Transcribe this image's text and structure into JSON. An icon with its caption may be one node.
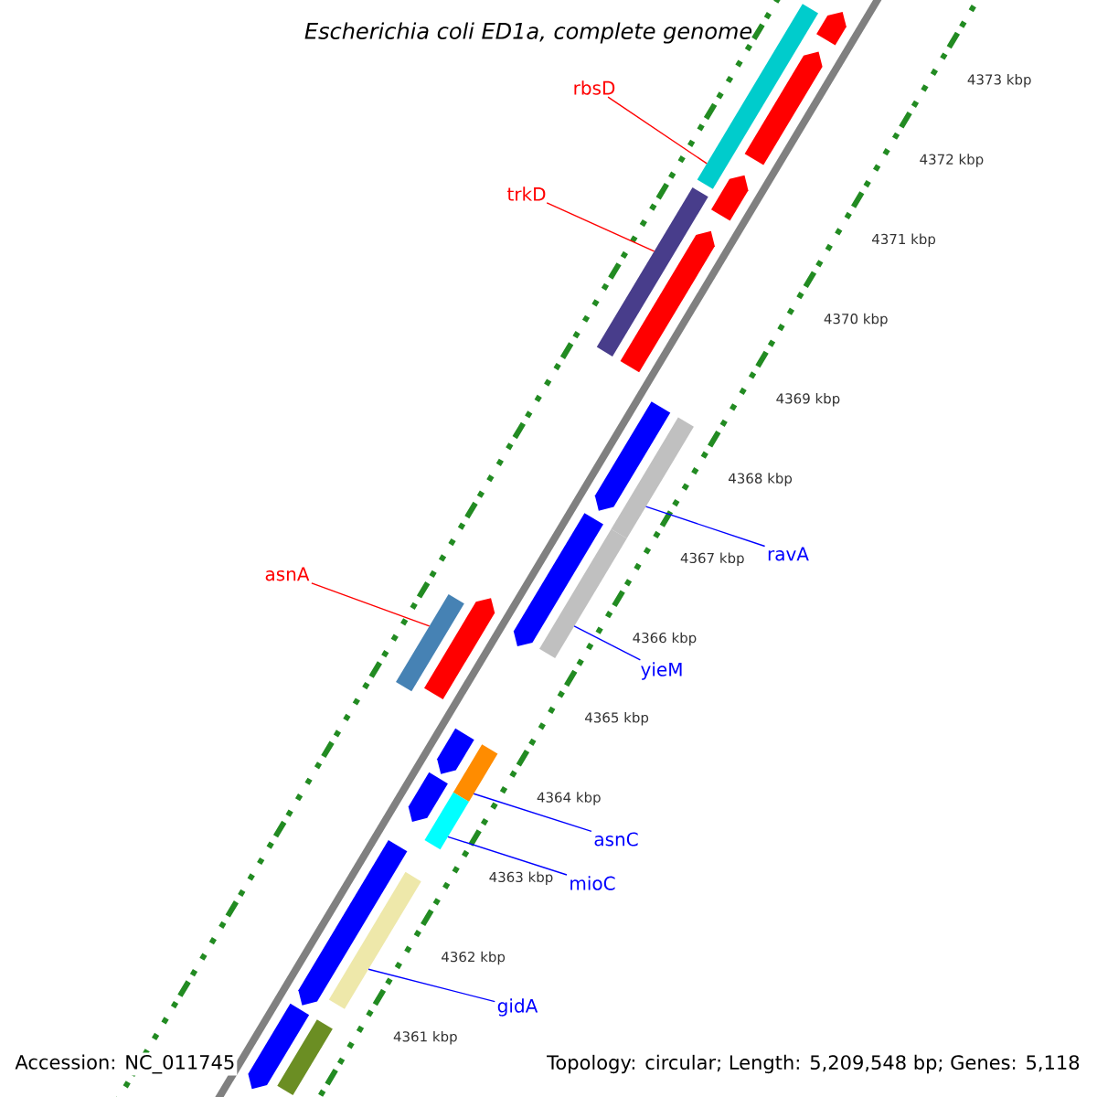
{
  "diagram": {
    "title": "Escherichia coli ED1a, complete genome",
    "nodes": [
      {
        "text": [
          "rbsD"
        ]
      },
      {
        "text": [],
        "shape": "bar"
      },
      {
        "text": [
          "trkD"
        ]
      },
      {
        "text": [],
        "shape": "bar"
      },
      {
        "text": [
          "ravA"
        ]
      },
      {
        "text": [],
        "shape": "bar"
      },
      {
        "text": [
          "asnA"
        ]
      },
      {
        "text": [],
        "shape": "bar"
      },
      {
        "text": [
          "yieM"
        ]
      },
      {
        "text": [],
        "shape": "bar"
      },
      {
        "text": [
          "asnC"
        ]
      },
      {
        "text": [],
        "shape": "bar"
      },
      {
        "text": [
          "mioC"
        ]
      },
      {
        "text": [],
        "shape": "bar"
      },
      {
        "text": [
          "gidA"
        ]
      },
      {
        "text": [],
        "shape": "bar"
      },
      {
        "text": [],
        "shape": "pentagon"
      },
      {
        "text": [],
        "shape": "pentagon"
      },
      {
        "text": [],
        "shape": "pentagon"
      },
      {
        "text": [],
        "shape": "pentagon"
      },
      {
        "text": [],
        "shape": "pentagon"
      },
      {
        "text": [],
        "shape": "pentagon"
      },
      {
        "text": [],
        "shape": "pentagon"
      },
      {
        "text": [],
        "shape": "pentagon"
      },
      {
        "text": [],
        "shape": "pentagon"
      },
      {
        "text": [],
        "shape": "pentagon"
      },
      {
        "text": [],
        "shape": "pentagon"
      },
      {
        "text": [],
        "shape": "bar"
      }
    ],
    "edges": [
      {
        "from": 0,
        "to": 1,
        "arrow": "none",
        "color": "#ff0000"
      },
      {
        "from": 2,
        "to": 3,
        "arrow": "none",
        "color": "#ff0000"
      },
      {
        "from": 4,
        "to": 5,
        "arrow": "none"
      },
      {
        "from": 6,
        "to": 7,
        "arrow": "none",
        "color": "#ff0000"
      },
      {
        "from": 8,
        "to": 9,
        "arrow": "none"
      },
      {
        "from": 10,
        "to": 11,
        "arrow": "none"
      },
      {
        "from": 12,
        "to": 13,
        "arrow": "none"
      },
      {
        "from": 14,
        "to": 15,
        "arrow": "none"
      }
    ],
    "labels": [
      "4373 kbp",
      "4372 kbp",
      "4371 kbp",
      "4370 kbp",
      "4369 kbp",
      "4368 kbp",
      "4367 kbp",
      "4366 kbp",
      "4365 kbp",
      "4364 kbp",
      "4363 kbp",
      "4362 kbp",
      "4361 kbp",
      "Accession: NC_011745",
      "Topology: circular; Length: 5,209,548 bp; Genes: 5,118"
    ]
  }
}
